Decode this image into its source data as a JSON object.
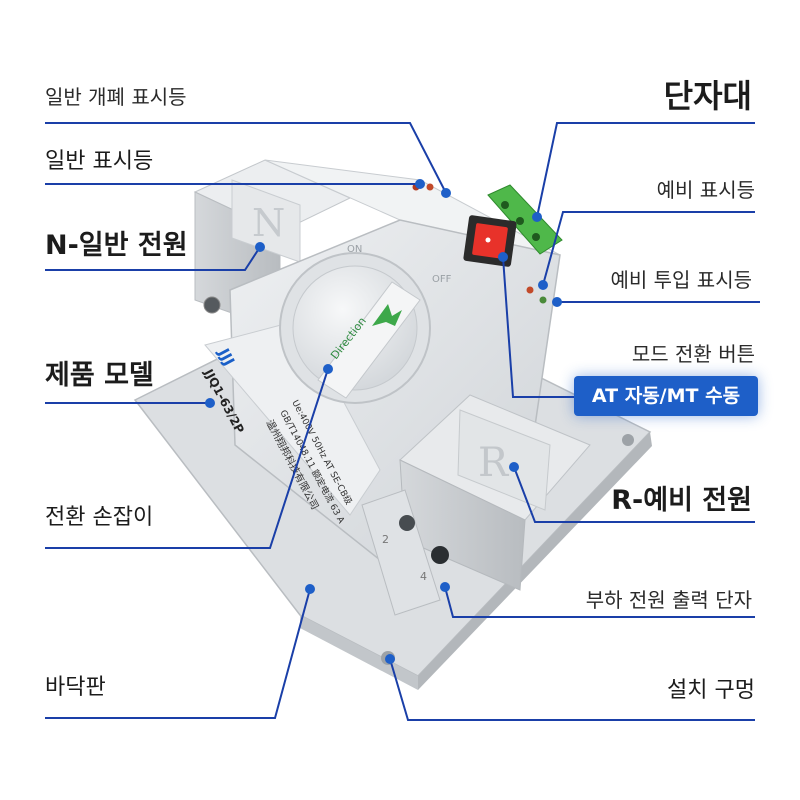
{
  "labels": {
    "general_switch_indicator": "일반 개폐 표시등",
    "general_indicator": "일반 표시등",
    "n_general_power": "N-일반 전원",
    "product_model": "제품 모델",
    "switch_handle": "전환 손잡이",
    "base_plate": "바닥판",
    "terminal_block": "단자대",
    "backup_indicator": "예비 표시등",
    "backup_engage_indicator": "예비 투입 표시등",
    "mode_switch_button": "모드 전환 버튼",
    "mode_badge": "AT 자동/MT 수동",
    "r_backup_power": "R-예비 전원",
    "load_output_terminal": "부하 전원 출력 단자",
    "mounting_hole": "설치 구멍"
  },
  "device": {
    "brand": "JJJ",
    "model": "JJQ1-63/2P",
    "spec_line1": "Ue:400V  50Hz  AT SE-CB级",
    "spec_line2": "GB/T14048.11 额定电流 63 A",
    "maker": "温州翔邦科技有限公司",
    "handle_text": "Direction",
    "n_mark": "N",
    "r_mark": "R",
    "knob_on": "ON",
    "knob_off": "OFF",
    "terminal_num_2": "2",
    "terminal_num_4": "4"
  },
  "colors": {
    "accent_blue": "#1e5fc8",
    "leader_line": "#1a3fa8",
    "switch_red": "#e8322a",
    "terminal_green": "#4fb84a",
    "arrow_green": "#3da84a",
    "body_gray": "#e4e6e8"
  }
}
